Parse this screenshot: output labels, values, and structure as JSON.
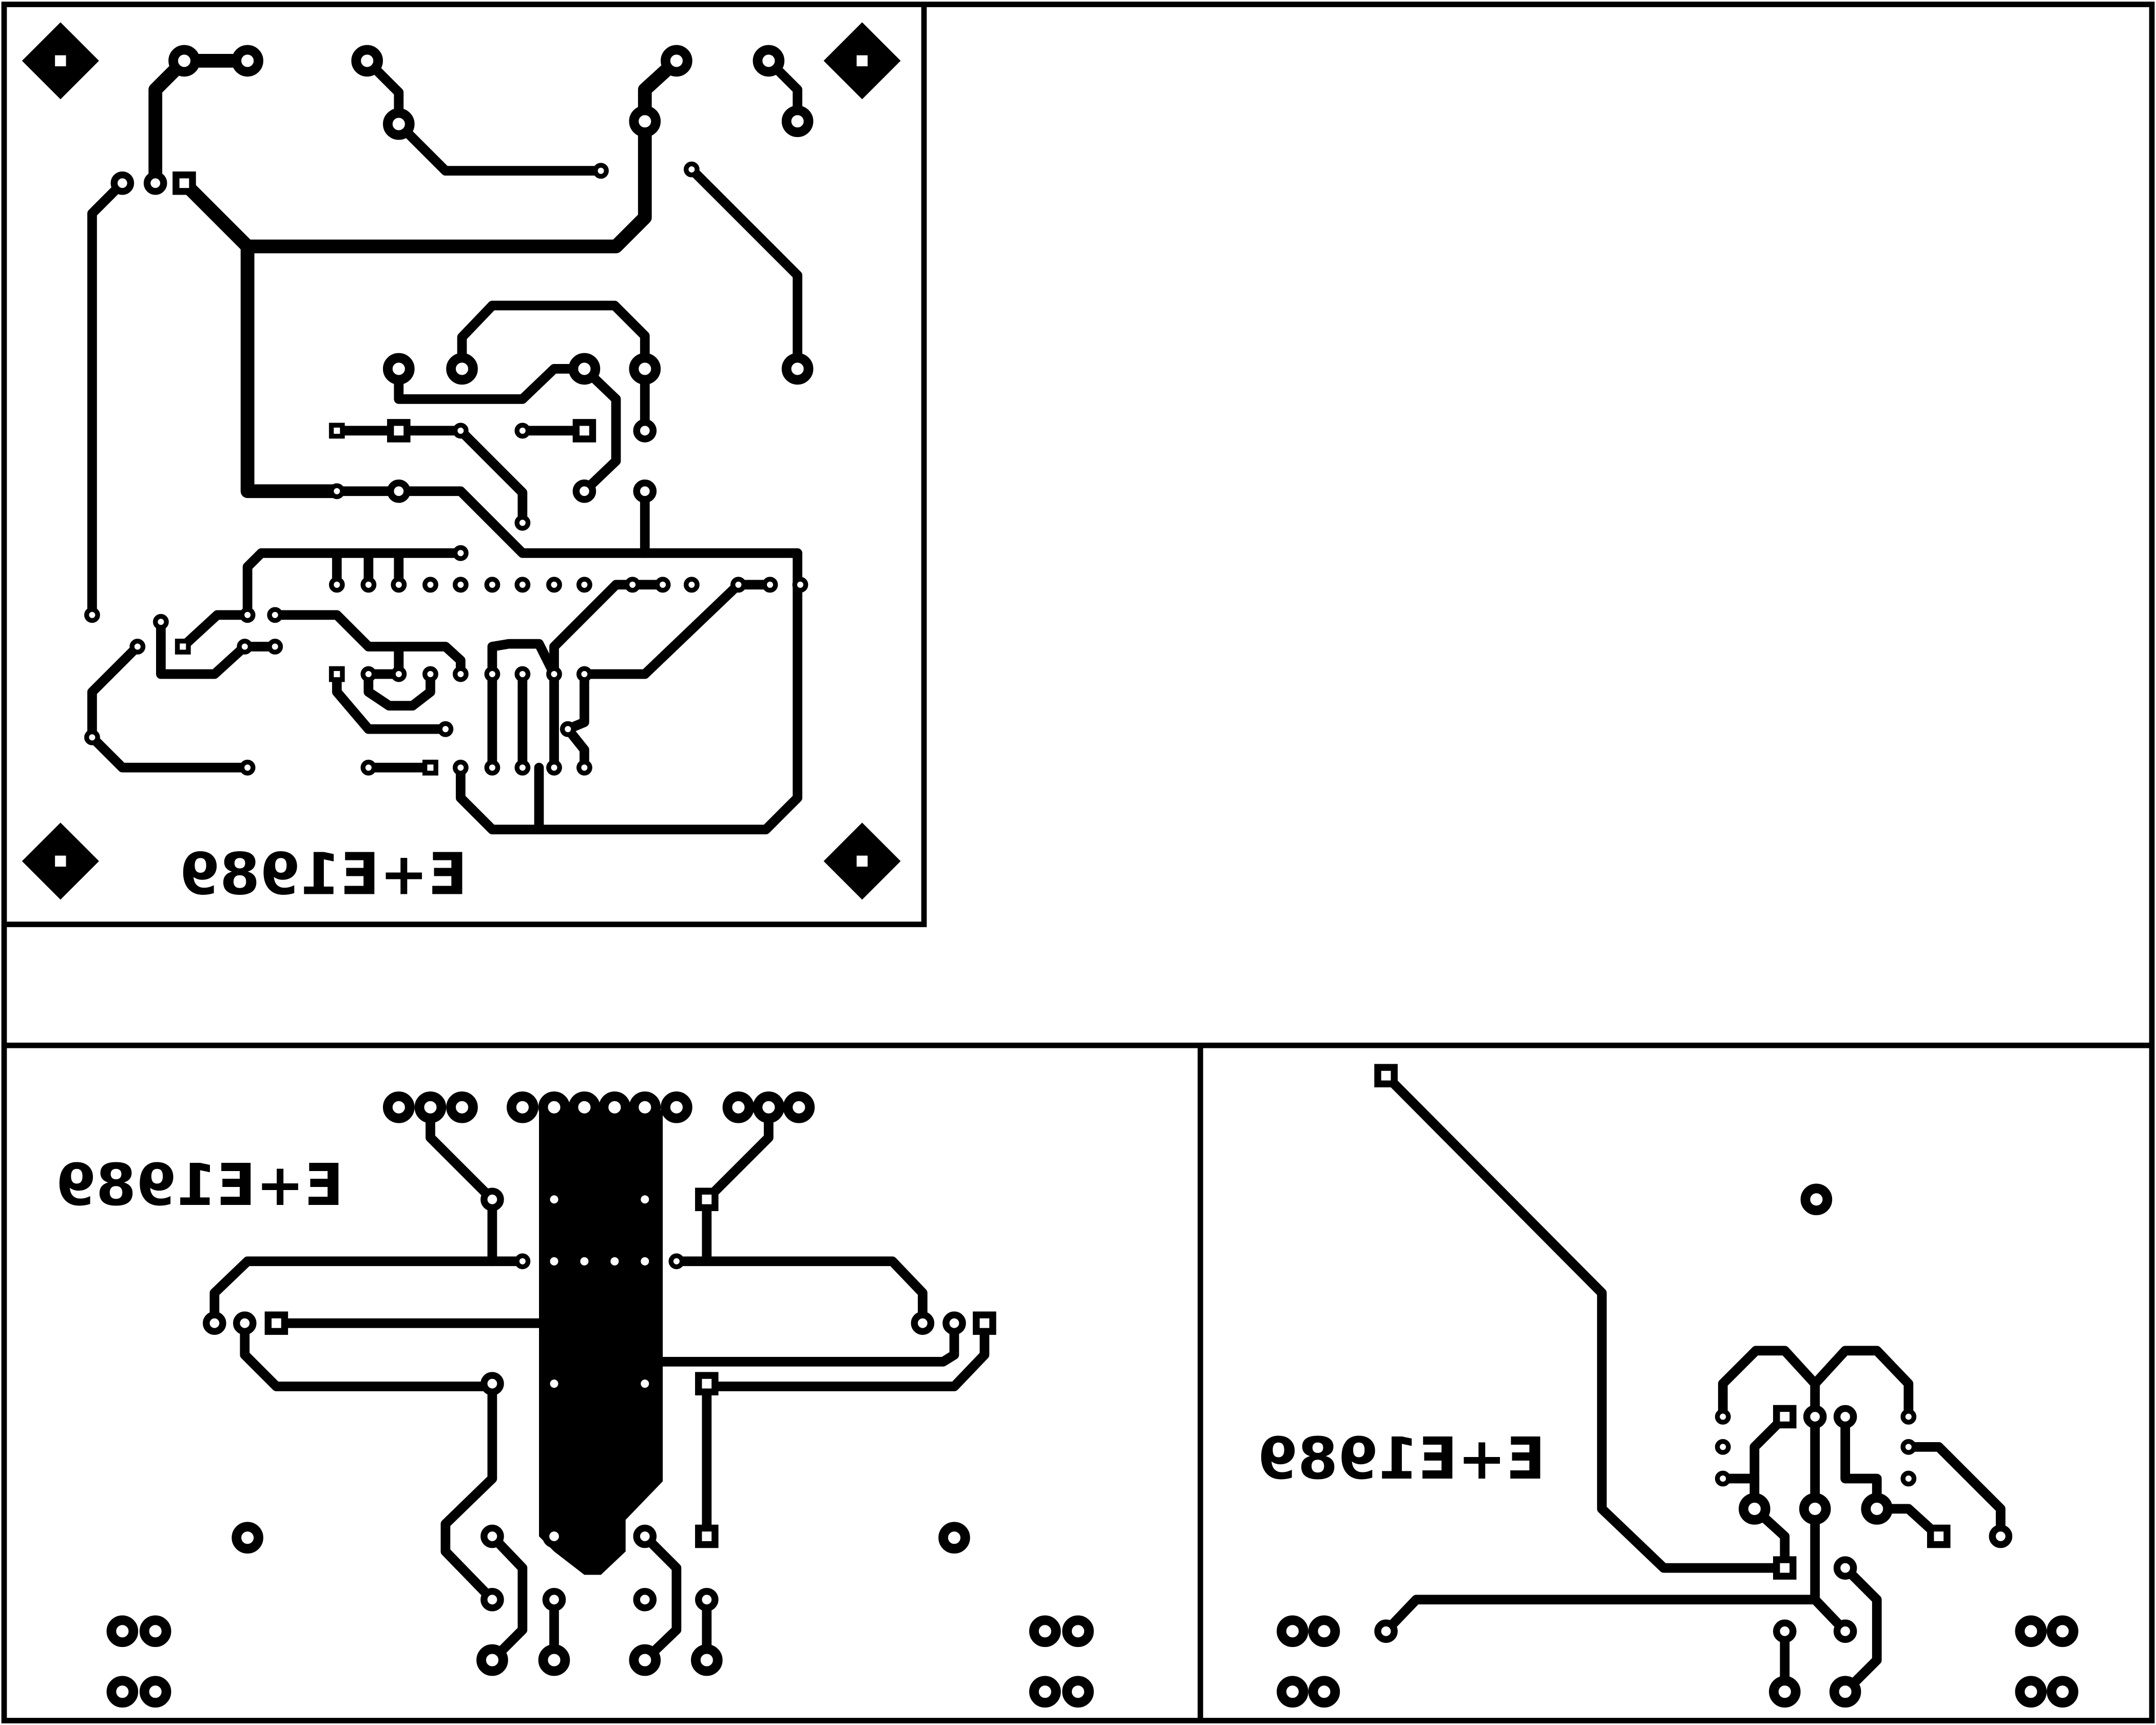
{
  "ink_color": "#000000",
  "paper_color": "#ffffff",
  "boards": {
    "top_left": {
      "label": "E+E1989",
      "mirrored": true
    },
    "bottom_left": {
      "label": "E+E1989",
      "mirrored": true
    },
    "bottom_right": {
      "label": "E+E1989",
      "mirrored": true
    }
  }
}
